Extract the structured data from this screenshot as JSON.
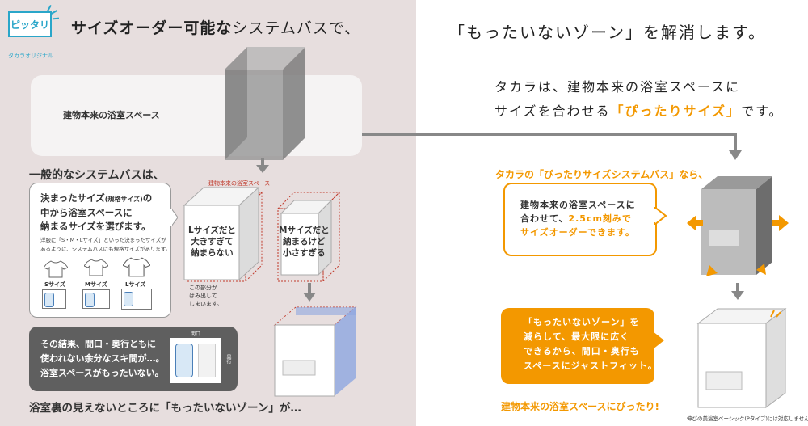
{
  "badge": {
    "label": "ピッタリ",
    "sub": "タカラオリジナル"
  },
  "left": {
    "headline_bold": "サイズオーダー可能な",
    "headline_thin": "システムバスで、",
    "space_label": "建物本来の浴室スペース",
    "general_title": "一般的なシステムバスは、",
    "box1": {
      "line1a": "決まったサイズ",
      "line1b": "(規格サイズ)",
      "line1c": "の",
      "line2": "中から浴室スペースに",
      "line3": "納まるサイズを選びます。",
      "note1": "洋服に「S・M・Lサイズ」といった決まったサイズが",
      "note2": "あるように、システムバスにも規格サイズがあります。",
      "sizes": [
        "Sサイズ",
        "Mサイズ",
        "Lサイズ"
      ]
    },
    "red_label": "建物本来の浴室スペース",
    "cube_l": [
      "Lサイズだと",
      "大きすぎて",
      "納まらない"
    ],
    "cube_m": [
      "Mサイズだと",
      "納まるけど",
      "小さすぎる"
    ],
    "overflow_note": [
      "この部分が",
      "はみ出して",
      "しまいます。"
    ],
    "gray_box": [
      "その結果、間口・奥行ともに",
      "使われない余分なスキ間が…。",
      "浴室スペースがもったいない。"
    ],
    "plan_labels": {
      "width": "間口",
      "depth": "奥行"
    },
    "bottom": "浴室裏の見えないところに「もったいないゾーン」が…"
  },
  "right": {
    "headline": "「もったいないゾーン」を解消します。",
    "lead1": "タカラは、建物本来の浴室スペースに",
    "lead2a": "サイズを合わせる",
    "lead2b": "「ぴったりサイズ」",
    "lead2c": "です。",
    "orange_title": "タカラの「ぴったりサイズシステムバス」なら、",
    "box1": {
      "line1": "建物本来の浴室スペースに",
      "line2a": "合わせて、",
      "line2b": "2.5cm刻みで",
      "line3": "サイズオーダーできます。"
    },
    "box2": [
      "「もったいないゾーン」を",
      "減らして、最大限に広く",
      "できるから、間口・奥行も",
      "スペースにジャストフィット。"
    ],
    "bottom": "建物本来の浴室スペースにぴったり!",
    "footnote": "伸びの美浴室ベーシック(Pタイプ)には対応しません。"
  },
  "colors": {
    "accent_orange": "#f39800",
    "badge_blue": "#2aa6c9",
    "left_bg": "#e7dede",
    "dark_gray": "#5f5f5f",
    "cube_blue": "#8fa6e0"
  },
  "icons": [
    "t-shirt-icon",
    "bathtub-icon",
    "arrow-down-icon",
    "expand-arrow-icon"
  ]
}
